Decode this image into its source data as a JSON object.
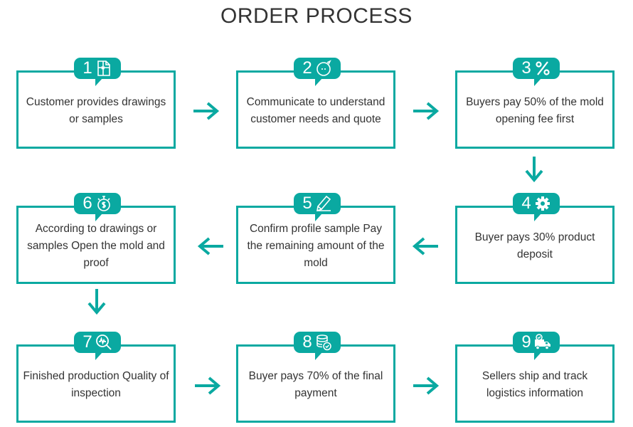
{
  "title": "ORDER PROCESS",
  "accent_color": "#0aa9a1",
  "steps": [
    {
      "num": "1",
      "icon": "blueprint-icon",
      "text": "Customer provides drawings or samples"
    },
    {
      "num": "2",
      "icon": "chat-bubble-icon",
      "text": "Communicate to understand customer needs and quote"
    },
    {
      "num": "3",
      "icon": "percent-icon",
      "text": "Buyers pay 50% of the mold opening fee first"
    },
    {
      "num": "4",
      "icon": "gear-icon",
      "text": "Buyer pays 30% product deposit"
    },
    {
      "num": "5",
      "icon": "pencil-icon",
      "text": "Confirm profile sample Pay the remaining amount of the mold"
    },
    {
      "num": "6",
      "icon": "stopwatch-dollar-icon",
      "text": "According to drawings or samples Open the mold and proof"
    },
    {
      "num": "7",
      "icon": "magnifier-inspection-icon",
      "text": "Finished production Quality of inspection"
    },
    {
      "num": "8",
      "icon": "coins-check-icon",
      "text": "Buyer pays 70% of the final payment"
    },
    {
      "num": "9",
      "icon": "delivery-truck-icon",
      "text": "Sellers ship and track logistics information"
    }
  ],
  "arrows": [
    {
      "from": "1",
      "to": "2",
      "direction": "right"
    },
    {
      "from": "2",
      "to": "3",
      "direction": "right"
    },
    {
      "from": "3",
      "to": "4",
      "direction": "down"
    },
    {
      "from": "4",
      "to": "5",
      "direction": "left"
    },
    {
      "from": "5",
      "to": "6",
      "direction": "left"
    },
    {
      "from": "6",
      "to": "7",
      "direction": "down"
    },
    {
      "from": "7",
      "to": "8",
      "direction": "right"
    },
    {
      "from": "8",
      "to": "9",
      "direction": "right"
    }
  ]
}
